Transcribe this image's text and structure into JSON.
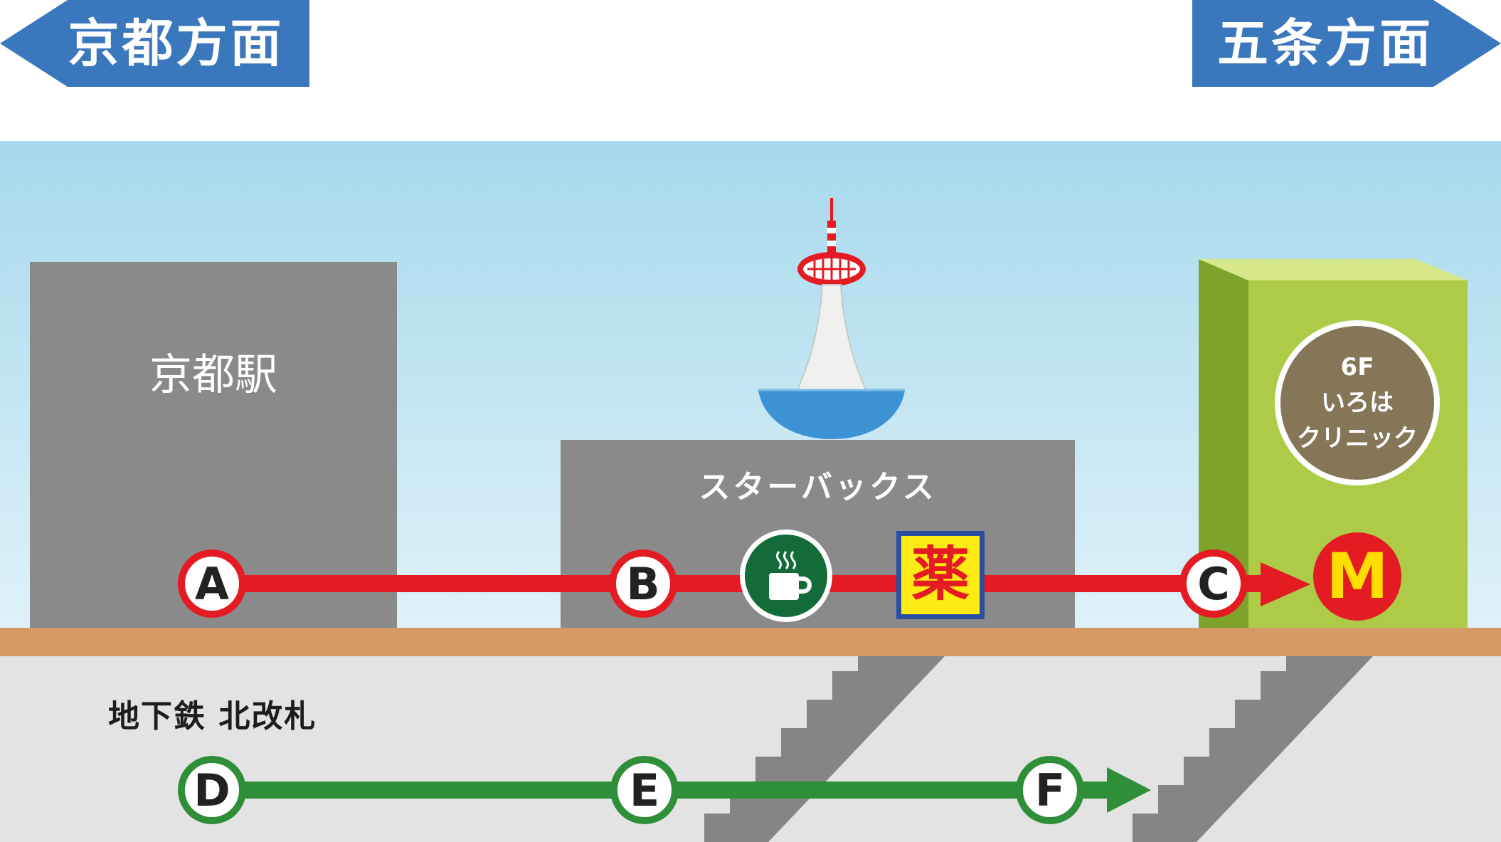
{
  "signs": {
    "left": "京都方面",
    "right": "五条方面"
  },
  "buildings": {
    "kyoto_station": "京都駅",
    "starbucks": "スターバックス",
    "clinic": {
      "floor": "6F",
      "name_line1": "いろは",
      "name_line2": "クリニック"
    }
  },
  "icons": {
    "pharmacy": "薬",
    "mcdonalds": "M",
    "coffee": "coffee-cup-icon"
  },
  "underground": {
    "label": "地下鉄 北改札"
  },
  "points": {
    "a": "A",
    "b": "B",
    "c": "C",
    "d": "D",
    "e": "E",
    "f": "F"
  },
  "colors": {
    "sign_blue": "#3a77bd",
    "route_red": "#e41b23",
    "route_green": "#2f8f38",
    "building_gray": "#8a8a8a",
    "clinic_green": "#aecb48",
    "floor_tan": "#d59a66"
  }
}
